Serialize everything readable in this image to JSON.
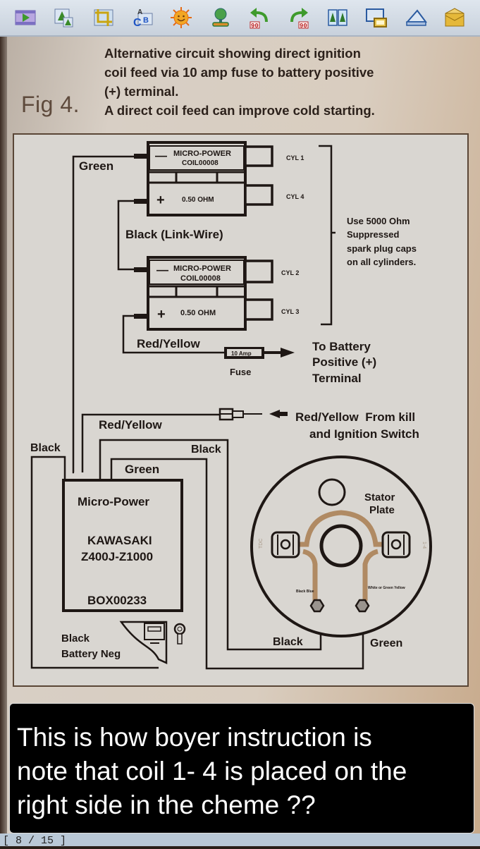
{
  "toolbar": {
    "buttons": [
      {
        "name": "slideshow-button",
        "icon": "film-play-icon",
        "label": "Slideshow"
      },
      {
        "name": "thumbnail-button",
        "icon": "tree-pictures-icon",
        "label": "Thumbnails"
      },
      {
        "name": "crop-button",
        "icon": "crop-icon",
        "label": "Crop"
      },
      {
        "name": "rename-button",
        "icon": "abc-icon",
        "label": "Batch rename"
      },
      {
        "name": "adjust-colors-button",
        "icon": "sun-face-icon",
        "label": "Color corrections"
      },
      {
        "name": "acquire-button",
        "icon": "stamp-icon",
        "label": "Acquire"
      },
      {
        "name": "rotate-left-button",
        "icon": "rotate-left-90-icon",
        "label": "Rotate left 90"
      },
      {
        "name": "rotate-right-button",
        "icon": "rotate-right-90-icon",
        "label": "Rotate right 90"
      },
      {
        "name": "compare-button",
        "icon": "side-by-side-icon",
        "label": "Compare"
      },
      {
        "name": "fullscreen-button",
        "icon": "monitor-icon",
        "label": "Full screen"
      },
      {
        "name": "scan-button",
        "icon": "scanner-icon",
        "label": "Scan"
      },
      {
        "name": "email-button",
        "icon": "envelope-icon",
        "label": "Email"
      }
    ],
    "rotate_badge": "90"
  },
  "document": {
    "fig_label": "Fig 4.",
    "caption_lines": [
      "Alternative circuit showing direct ignition",
      "coil feed via 10 amp fuse to battery positive",
      "(+) terminal.",
      "A direct coil feed can improve cold starting."
    ],
    "coil_top": {
      "brand": "MICRO-POWER",
      "model": "COIL00008",
      "neg": "—",
      "pos": "+",
      "resistance": "0.50 OHM",
      "cyl_upper": "CYL 1",
      "cyl_lower": "CYL 4"
    },
    "coil_bottom": {
      "brand": "MICRO-POWER",
      "model": "COIL00008",
      "neg": "—",
      "pos": "+",
      "resistance": "0.50 OHM",
      "cyl_upper": "CYL 2",
      "cyl_lower": "CYL 3"
    },
    "plug_cap_note": [
      "Use 5000 Ohm",
      "Suppressed",
      "spark plug caps",
      "on all cylinders."
    ],
    "wire_labels": {
      "green_top": "Green",
      "link_wire": "Black (Link-Wire)",
      "red_yellow_fuse": "Red/Yellow",
      "fuse_rating": "10 Amp",
      "fuse_label": "Fuse",
      "battery_target": [
        "To Battery",
        "Positive (+)",
        "Terminal"
      ],
      "red_yellow_box": "Red/Yellow",
      "kill_switch": [
        "Red/Yellow  From kill",
        "and Ignition Switch"
      ],
      "black_left": "Black",
      "black_box": "Black",
      "green_box": "Green",
      "black_bottom": "Black",
      "green_bottom": "Green",
      "battery_neg": [
        "Black",
        "Battery Neg"
      ]
    },
    "control_box": {
      "brand": "Micro-Power",
      "make": "KAWASAKI",
      "models": "Z400J-Z1000",
      "part": "BOX00233"
    },
    "stator": {
      "label": [
        "Stator",
        "Plate"
      ],
      "left_wire": "Black Blue",
      "right_wire": "White or Green Yellow",
      "left_mark": "TDC",
      "right_mark": "1-4"
    }
  },
  "overlay_comment": {
    "lines": [
      "This is how boyer instruction is",
      "note that coil 1- 4 is placed on the",
      "right side in the cheme ??"
    ]
  },
  "status_bar": {
    "page_counter": "[ 8 / 15 ]"
  },
  "colors": {
    "stator_trace": "#b08a63",
    "ink": "#1e1714",
    "overlay_bg": "#000000"
  }
}
